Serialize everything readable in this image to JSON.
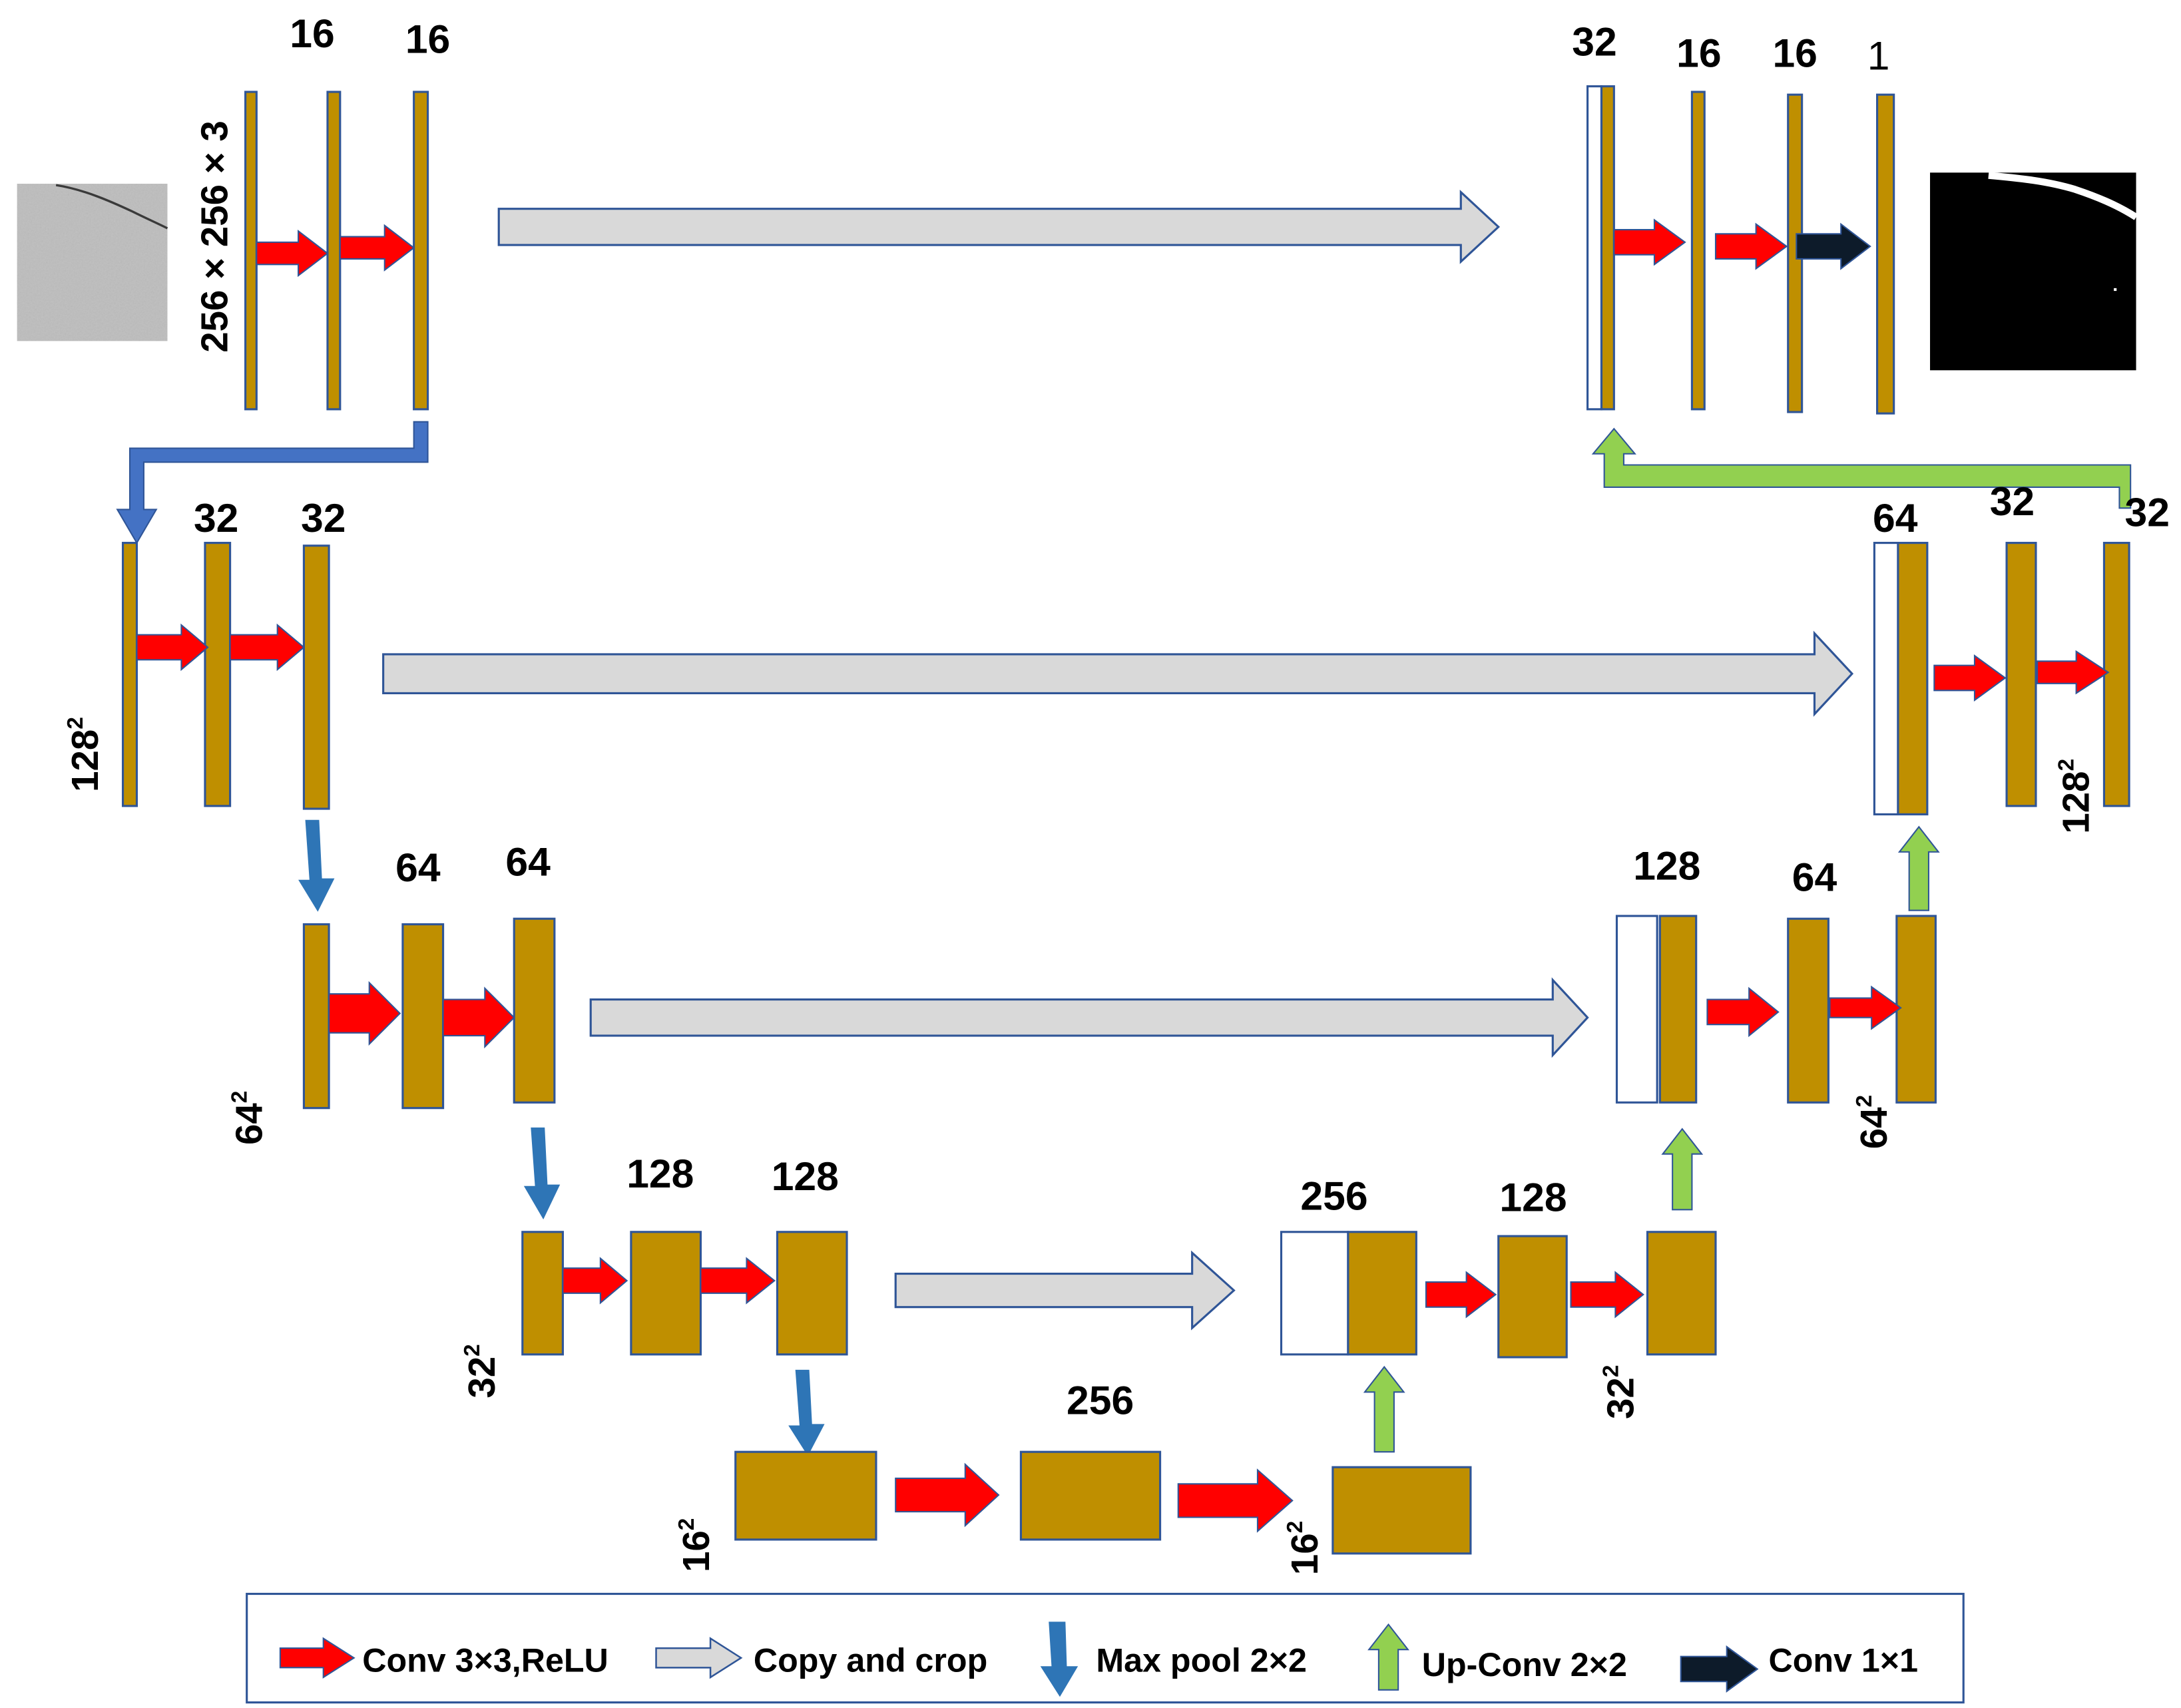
{
  "colors": {
    "feature_map": "#BF8F00",
    "map_outline": "#2F5597",
    "conv_arrow": "#FF0000",
    "copy_arrow": "#D9D9D9",
    "pool_arrow": "#2E75B6",
    "pool_corner": "#4472C4",
    "upconv_arrow": "#92D050",
    "conv1x1_arrow": "#0D1B2A",
    "legend_border": "#2F5597"
  },
  "encoder": {
    "level1": {
      "label_a": "16",
      "label_b": "16",
      "size": "256 × 256 × 3"
    },
    "level2": {
      "label_a": "32",
      "label_b": "32",
      "size_base": "128",
      "size_exp": "2"
    },
    "level3": {
      "label_a": "64",
      "label_b": "64",
      "size_base": "64",
      "size_exp": "2"
    },
    "level4": {
      "label_a": "128",
      "label_b": "128",
      "size_base": "32",
      "size_exp": "2"
    }
  },
  "bottleneck": {
    "label": "256",
    "size_in_base": "16",
    "size_in_exp": "2",
    "size_out_base": "16",
    "size_out_exp": "2"
  },
  "decoder": {
    "level4": {
      "concat_label": "256",
      "label": "128",
      "size_base": "32",
      "size_exp": "2"
    },
    "level3": {
      "concat_label": "128",
      "label": "64",
      "size_base": "64",
      "size_exp": "2"
    },
    "level2": {
      "concat_label": "64",
      "label_a": "32",
      "label_b": "32",
      "size_base": "128",
      "size_exp": "2"
    },
    "level1": {
      "concat_label": "32",
      "label_a": "16",
      "label_b": "16",
      "label_out": "1"
    }
  },
  "images": {
    "input": "crack-input-image",
    "output": "crack-segmentation-mask"
  },
  "legend": {
    "conv": "Conv 3×3,ReLU",
    "copy": "Copy and crop",
    "pool": "Max pool 2×2",
    "upconv": "Up-Conv 2×2",
    "conv1x1": "Conv 1×1"
  }
}
